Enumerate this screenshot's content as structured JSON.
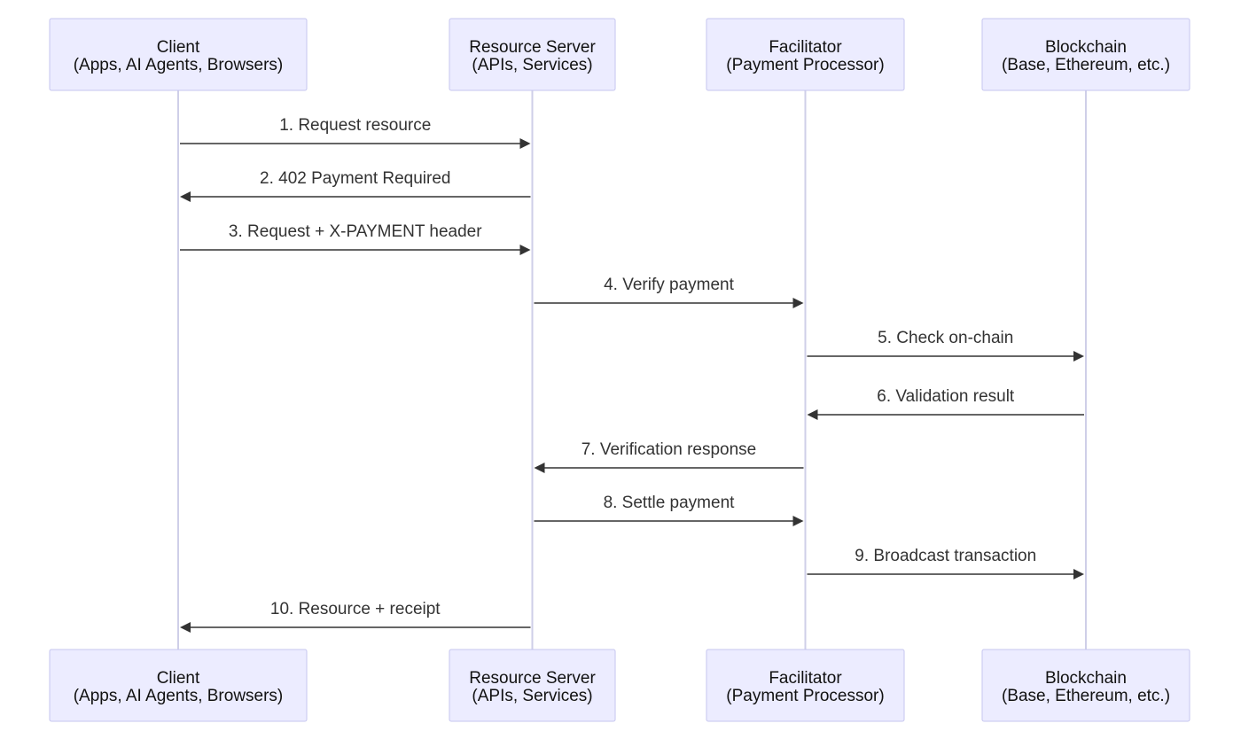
{
  "participants": [
    {
      "name": "Client",
      "subtitle": "(Apps, AI Agents, Browsers)"
    },
    {
      "name": "Resource Server",
      "subtitle": "(APIs, Services)"
    },
    {
      "name": "Facilitator",
      "subtitle": "(Payment Processor)"
    },
    {
      "name": "Blockchain",
      "subtitle": "(Base, Ethereum, etc.)"
    }
  ],
  "messages": [
    {
      "label": "1. Request resource",
      "from": 0,
      "to": 1
    },
    {
      "label": "2. 402 Payment Required",
      "from": 1,
      "to": 0
    },
    {
      "label": "3. Request + X-PAYMENT header",
      "from": 0,
      "to": 1
    },
    {
      "label": "4. Verify payment",
      "from": 1,
      "to": 2
    },
    {
      "label": "5. Check on-chain",
      "from": 2,
      "to": 3
    },
    {
      "label": "6. Validation result",
      "from": 3,
      "to": 2
    },
    {
      "label": "7. Verification response",
      "from": 2,
      "to": 1
    },
    {
      "label": "8. Settle payment",
      "from": 1,
      "to": 2
    },
    {
      "label": "9. Broadcast transaction",
      "from": 2,
      "to": 3
    },
    {
      "label": "10. Resource + receipt",
      "from": 1,
      "to": 0
    }
  ],
  "colors": {
    "actor_fill": "#ececff",
    "actor_border": "#c6c6ef",
    "lifeline": "#cfcfe8",
    "message": "#333333"
  }
}
